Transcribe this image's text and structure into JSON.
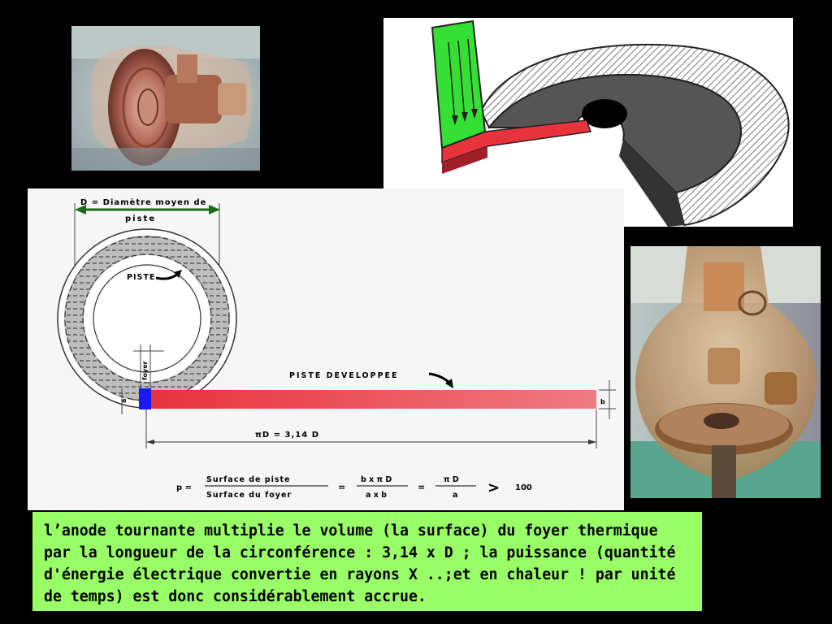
{
  "diagram": {
    "d_label_line1": "D = Diamètre moyen de",
    "d_label_line2": "piste",
    "piste_label": "PISTE",
    "foyer_label": "foyer",
    "a_label": "a",
    "piste_developpee_label": "PISTE  DEVELOPPEE",
    "b_label": "b",
    "pi_d_label": "πD  =  3,14 D",
    "formula": {
      "p": "p  =",
      "num1": "Surface  de  piste",
      "den1": "Surface  du  foyer",
      "eq1": "=",
      "num2": "b x π D",
      "den2": "a x b",
      "eq2": "=",
      "num3": "π D",
      "den3": "a",
      "gt": ">",
      "value": "100"
    }
  },
  "caption": "l’anode tournante multiplie le volume (la surface) du foyer thermique\npar la longueur de la circonférence : 3,14 x D ; la puissance (quantité\nd'énergie électrique convertie en rayons X ..;et en chaleur ! par unité\nde temps) est donc considérablement accrue.",
  "colors": {
    "caption_bg": "#99ff66",
    "track_red": "#e8323c",
    "focus_blue": "#1a1aff",
    "arrow_green": "#1a6b1a",
    "electron_beam": "#33e033"
  }
}
